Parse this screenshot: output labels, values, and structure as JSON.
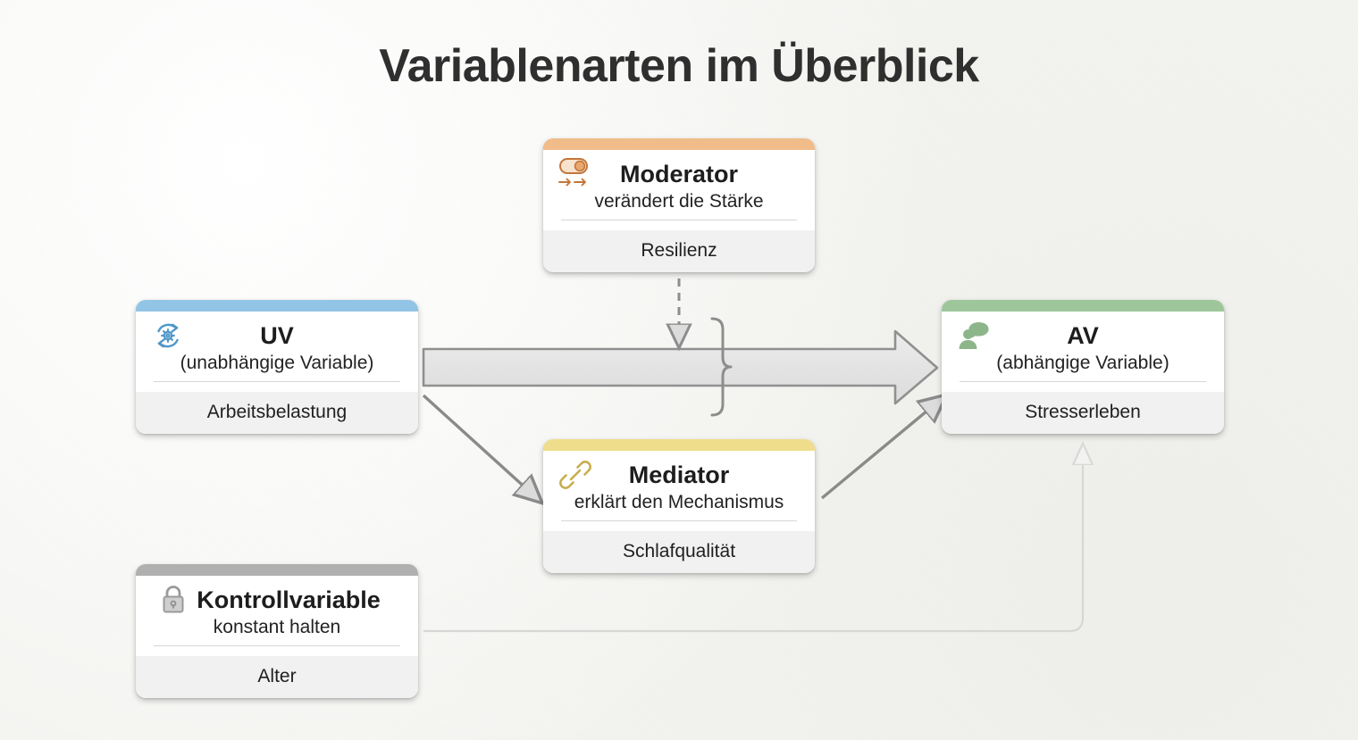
{
  "page": {
    "title": "Variablenarten im Überblick",
    "background_color": "#f4f4f1",
    "title_color": "#2f2f2f"
  },
  "cards": {
    "uv": {
      "name": "UV",
      "subtitle": "(unabhängige Variable)",
      "example": "Arbeitsbelastung",
      "accent_color": "#92c5e5",
      "icon": "gear-refresh-icon",
      "icon_color": "#4f97c9"
    },
    "av": {
      "name": "AV",
      "subtitle": "(abhängige Variable)",
      "example": "Stresserleben",
      "accent_color": "#9ec69b",
      "icon": "person-speech-bubble-icon",
      "icon_color": "#8cb68a"
    },
    "moderator": {
      "name": "Moderator",
      "subtitle": "verändert die Stärke",
      "example": "Resilienz",
      "accent_color": "#f0bc8a",
      "icon": "toggle-switch-icon",
      "icon_color": "#c4763a"
    },
    "mediator": {
      "name": "Mediator",
      "subtitle": "erklärt den Mechanismus",
      "example": "Schlafqualität",
      "accent_color": "#efdd8c",
      "icon": "chain-link-icon",
      "icon_color": "#c8ad4e"
    },
    "kontrollvariable": {
      "name": "Kontrollvariable",
      "subtitle": "konstant halten",
      "example": "Alter",
      "accent_color": "#b0b0b0",
      "icon": "padlock-icon",
      "icon_color": "#9a9a9a"
    }
  },
  "connectors": {
    "uv_to_av_block_arrow": {
      "style": "thick-block-arrow",
      "fill": "#e4e4e4",
      "stroke": "#8d8d8d"
    },
    "moderator_to_path": {
      "style": "dashed-arrow-down",
      "stroke": "#8d8d8d"
    },
    "uv_to_mediator": {
      "style": "solid-arrow-diagonal",
      "stroke": "#8a8a8a"
    },
    "mediator_to_av": {
      "style": "solid-arrow-diagonal",
      "stroke": "#8a8a8a"
    },
    "kontrollvariable_to_av": {
      "style": "thin-elbow-arrow",
      "stroke": "#d5d5d5"
    },
    "brace": {
      "style": "curly-brace-right",
      "stroke": "#8d8d8d"
    }
  }
}
